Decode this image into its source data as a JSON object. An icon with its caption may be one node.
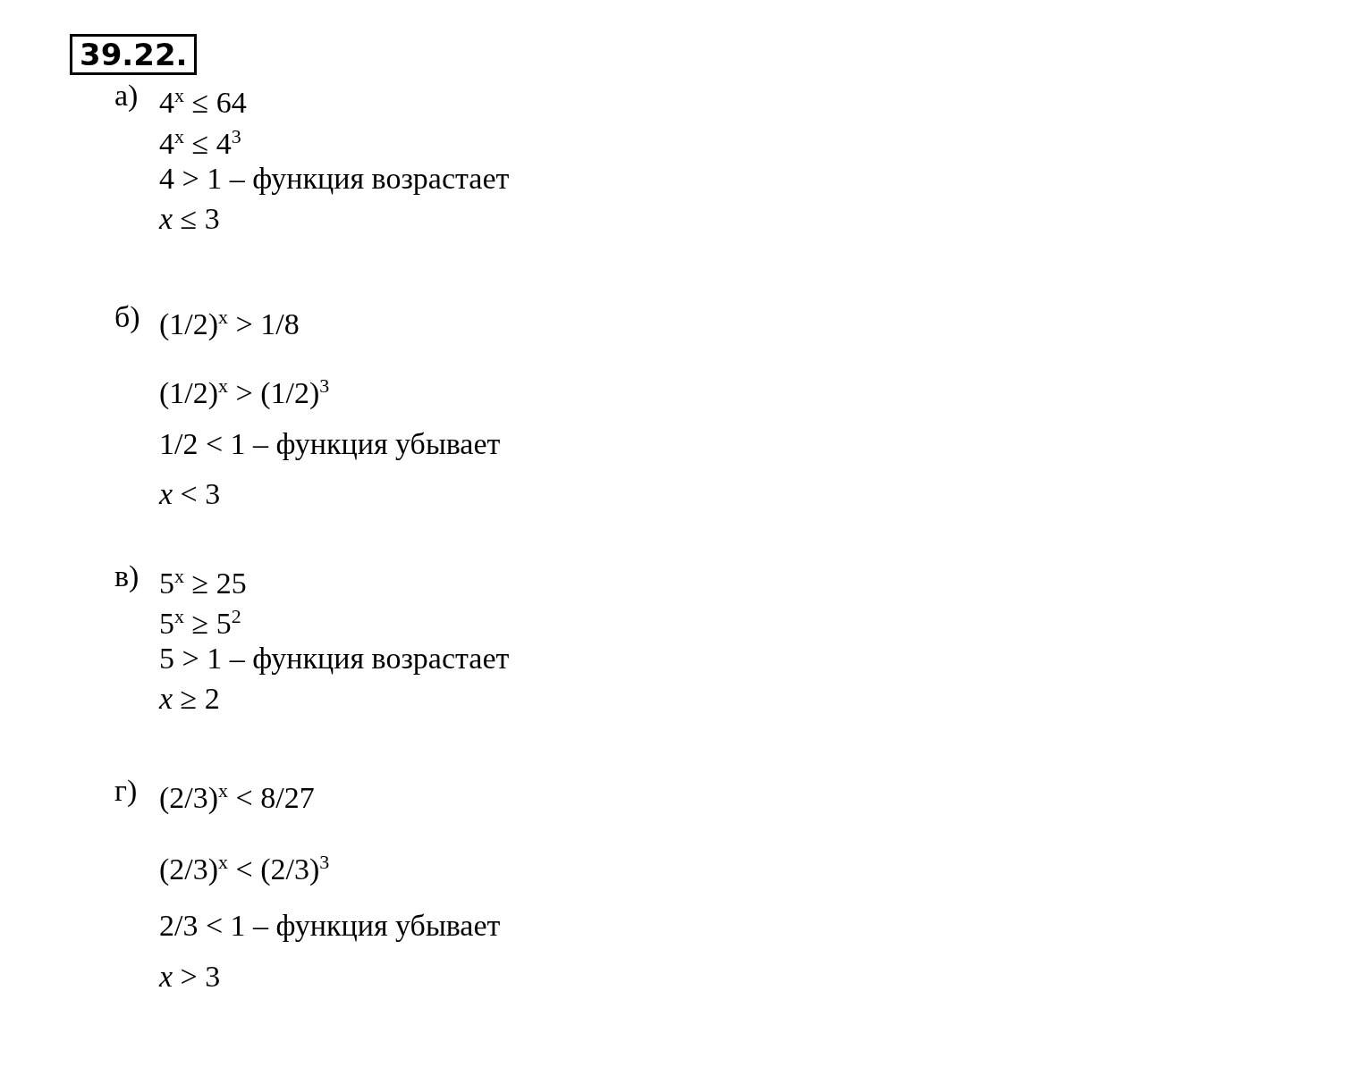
{
  "diagram": {
    "nodes": [
      {
        "text": [
          "39.22."
        ]
      }
    ],
    "labels": [
      "а)",
      "4$^{x}$ ≤ 64",
      "4$^{x}$ ≤ 4$^{3}$",
      "4 > 1 – функция возрастает",
      "*x* ≤ 3",
      "б)",
      "(1/2)$^{x}$ > 1/8",
      "(1/2)$^{x}$ > (1/2)$^{3}$",
      "1/2 < 1 – функция убывает",
      "*x* < 3",
      "в)",
      "5$^{x}$ ≥ 25",
      "5$^{x}$ ≥ 5$^{2}$",
      "5 > 1 – функция возрастает",
      "*x* ≥ 2",
      "г)",
      "(2/3)$^{x}$ < 8/27",
      "(2/3)$^{x}$ < (2/3)$^{3}$",
      "2/3 < 1 – функция убывает",
      "*x* > 3"
    ]
  }
}
